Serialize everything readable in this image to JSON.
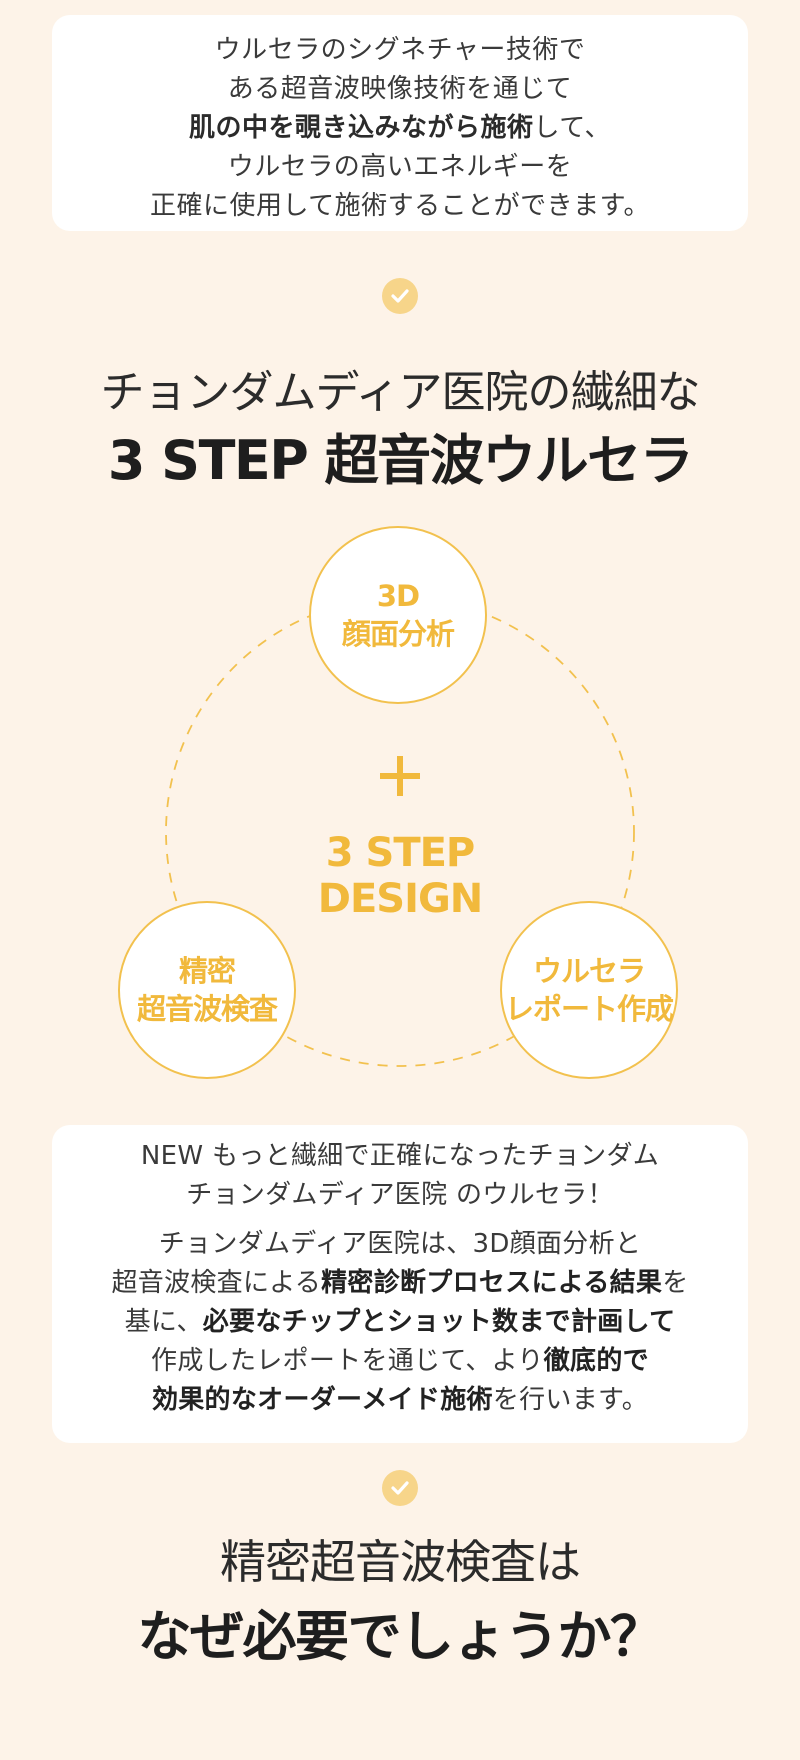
{
  "intro": {
    "line1": "ウルセラのシグネチャー技術で",
    "line2": "ある超音波映像技術を通じて",
    "line3_bold": "肌の中を覗き込みながら施術",
    "line3_rest": "して、",
    "line4": "ウルセラの高いエネルギーを",
    "line5": "正確に使用して施術することができます。"
  },
  "section1": {
    "title_light": "チョンダムディア医院の繊細な",
    "title_bold": "3 STEP 超音波ウルセラ"
  },
  "diagram": {
    "node_top": [
      "3D",
      "顔面分析"
    ],
    "node_left": [
      "精密",
      "超音波検査"
    ],
    "node_right": [
      "ウルセラ",
      "レポート作成"
    ],
    "center_line1": "3 STEP",
    "center_line2": "DESIGN"
  },
  "detail": {
    "line1": "NEW もっと繊細で正確になったチョンダム",
    "line2": "チョンダムディア医院 のウルセラ！",
    "line3": "チョンダムディア医院は、3D顔面分析と",
    "line4_a": "超音波検査による",
    "line4_b": "精密診断プロセスによる結果",
    "line4_c": "を",
    "line5_a": "基に、",
    "line5_b": "必要なチップとショット数まで計画して",
    "line6_a": "作成したレポートを通じて、より",
    "line6_b": "徹底的で",
    "line7_a": "効果的なオーダーメイド施術",
    "line7_b": "を行います。"
  },
  "section2": {
    "title_light": "精密超音波検査は",
    "title_bold": "なぜ必要でしょうか？"
  },
  "colors": {
    "background": "#fdf3e8",
    "accent": "#f1b93c",
    "check_bg": "#f7d58a"
  },
  "icons": [
    "check-icon",
    "plus-icon"
  ]
}
